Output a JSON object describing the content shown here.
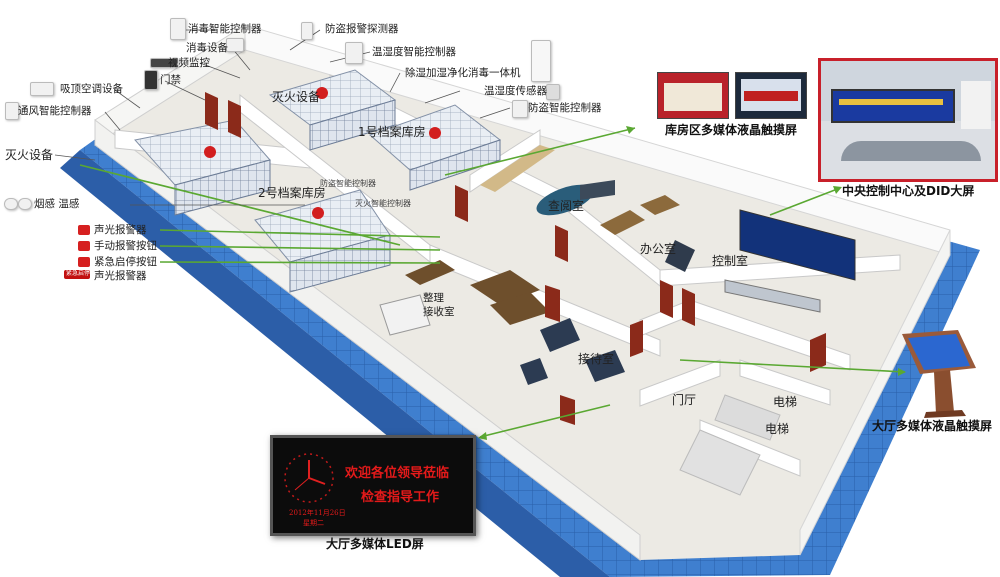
{
  "labels": {
    "disinfect_controller": "消毒智能控制器",
    "antitheft_detector": "防盗报警探测器",
    "disinfect_device": "消毒设备",
    "temp_humidity_controller": "温湿度智能控制器",
    "video_monitor": "视频监控",
    "dehumidify_unit": "除湿加湿净化消毒一体机",
    "access_control": "门禁",
    "ceiling_ac": "吸顶空调设备",
    "temp_humidity_sensor": "温湿度传感器",
    "fire_device_1": "灭火设备",
    "antitheft_controller": "防盗智能控制器",
    "fresh_air_controller": "通风智能控制器",
    "archive_1": "1号档案库房",
    "fire_device_left": "灭火设备",
    "archive_2": "2号档案库房",
    "smoke_temp": "烟感  温感",
    "sound_light_alarm": "声光报警器",
    "manual_alarm": "手动报警按钮",
    "emergency_button": "紧急启停按钮",
    "sound_light_alarm_2": "声光报警器",
    "reading_room": "查阅室",
    "office": "办公室",
    "control_room": "控制室",
    "sorting_room": "整理\n接收室",
    "reception": "接待室",
    "lobby": "门厅",
    "elevator_1": "电梯",
    "elevator_2": "电梯",
    "small_1": "防盗智能控制器",
    "small_2": "灭火智能控制器",
    "red_tag": "紧急启停"
  },
  "callouts": {
    "warehouse_touch": "库房区多媒体液晶触摸屏",
    "control_center": "中央控制中心及DID大屏",
    "lobby_touch": "大厅多媒体液晶触摸屏",
    "lobby_led": "大厅多媒体LED屏"
  },
  "led": {
    "line1": "欢迎各位领导莅临",
    "line2": "检查指导工作",
    "date": "2012年11月26日",
    "weekday": "星期二"
  },
  "colors": {
    "floor": "#eceae4",
    "wall": "#f8f8f6",
    "base_blue": "#3b78c4",
    "leader_green": "#5aa832",
    "door": "#8b2a1a"
  }
}
